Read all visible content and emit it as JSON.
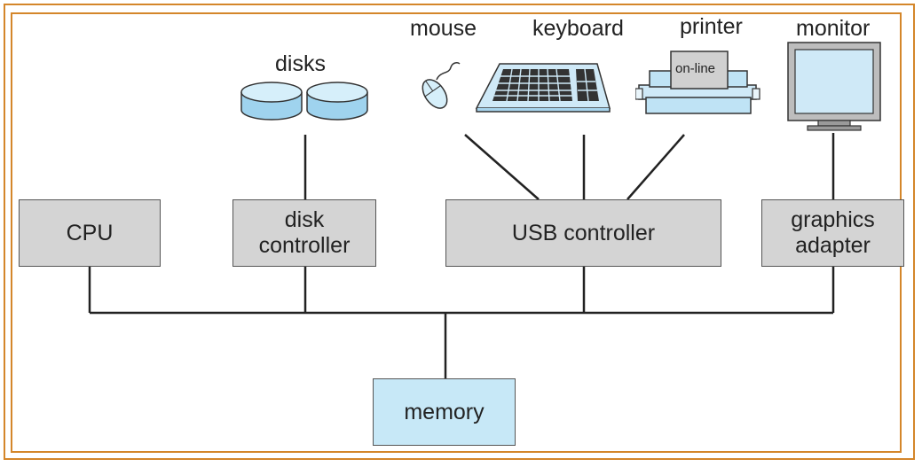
{
  "components": {
    "cpu": "CPU",
    "disk_controller": "disk\ncontroller",
    "usb_controller": "USB controller",
    "graphics_adapter": "graphics\nadapter",
    "memory": "memory"
  },
  "devices": {
    "disks": "disks",
    "mouse": "mouse",
    "keyboard": "keyboard",
    "printer": "printer",
    "printer_panel": "on-line",
    "monitor": "monitor"
  },
  "icons": [
    "disk-icon",
    "mouse-icon",
    "keyboard-icon",
    "printer-icon",
    "monitor-icon"
  ],
  "colors": {
    "frame": "#d4862a",
    "component": "#d4d4d4",
    "memory": "#c7e8f7",
    "device": "#bfe3f5"
  }
}
